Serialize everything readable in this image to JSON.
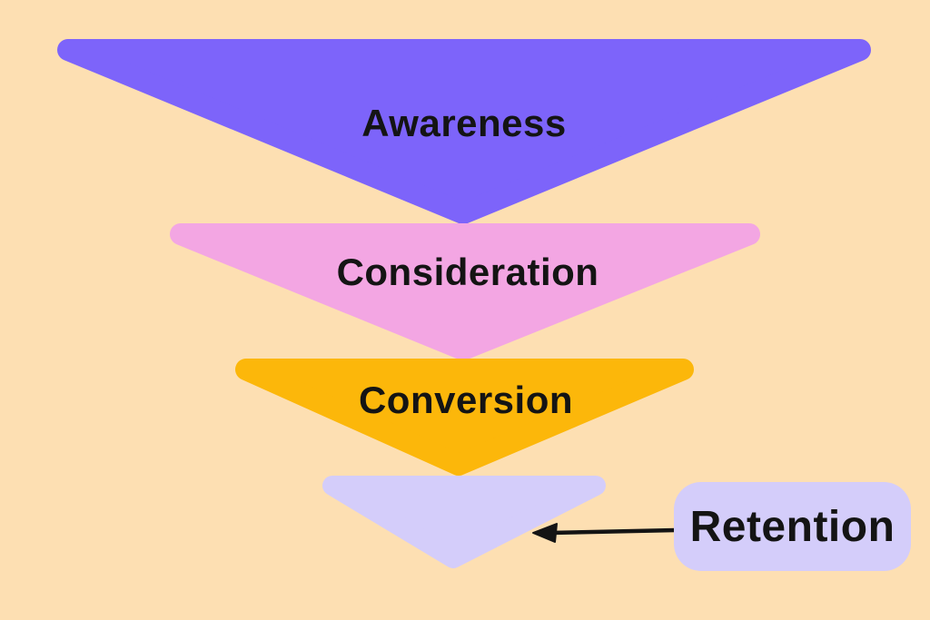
{
  "page": {
    "background_color": "#FDDFB2",
    "text_color": "#141414"
  },
  "funnel": {
    "title": "",
    "stages": [
      {
        "label": "Awareness",
        "color": "#7D64FA"
      },
      {
        "label": "Consideration",
        "color": "#F3A6E3"
      },
      {
        "label": "Conversion",
        "color": "#FCB70A"
      },
      {
        "label": "",
        "color": "#D4CDFA"
      }
    ],
    "callout": {
      "label": "Retention",
      "background_color": "#D4CDFA",
      "arrow_color": "#141414"
    }
  }
}
